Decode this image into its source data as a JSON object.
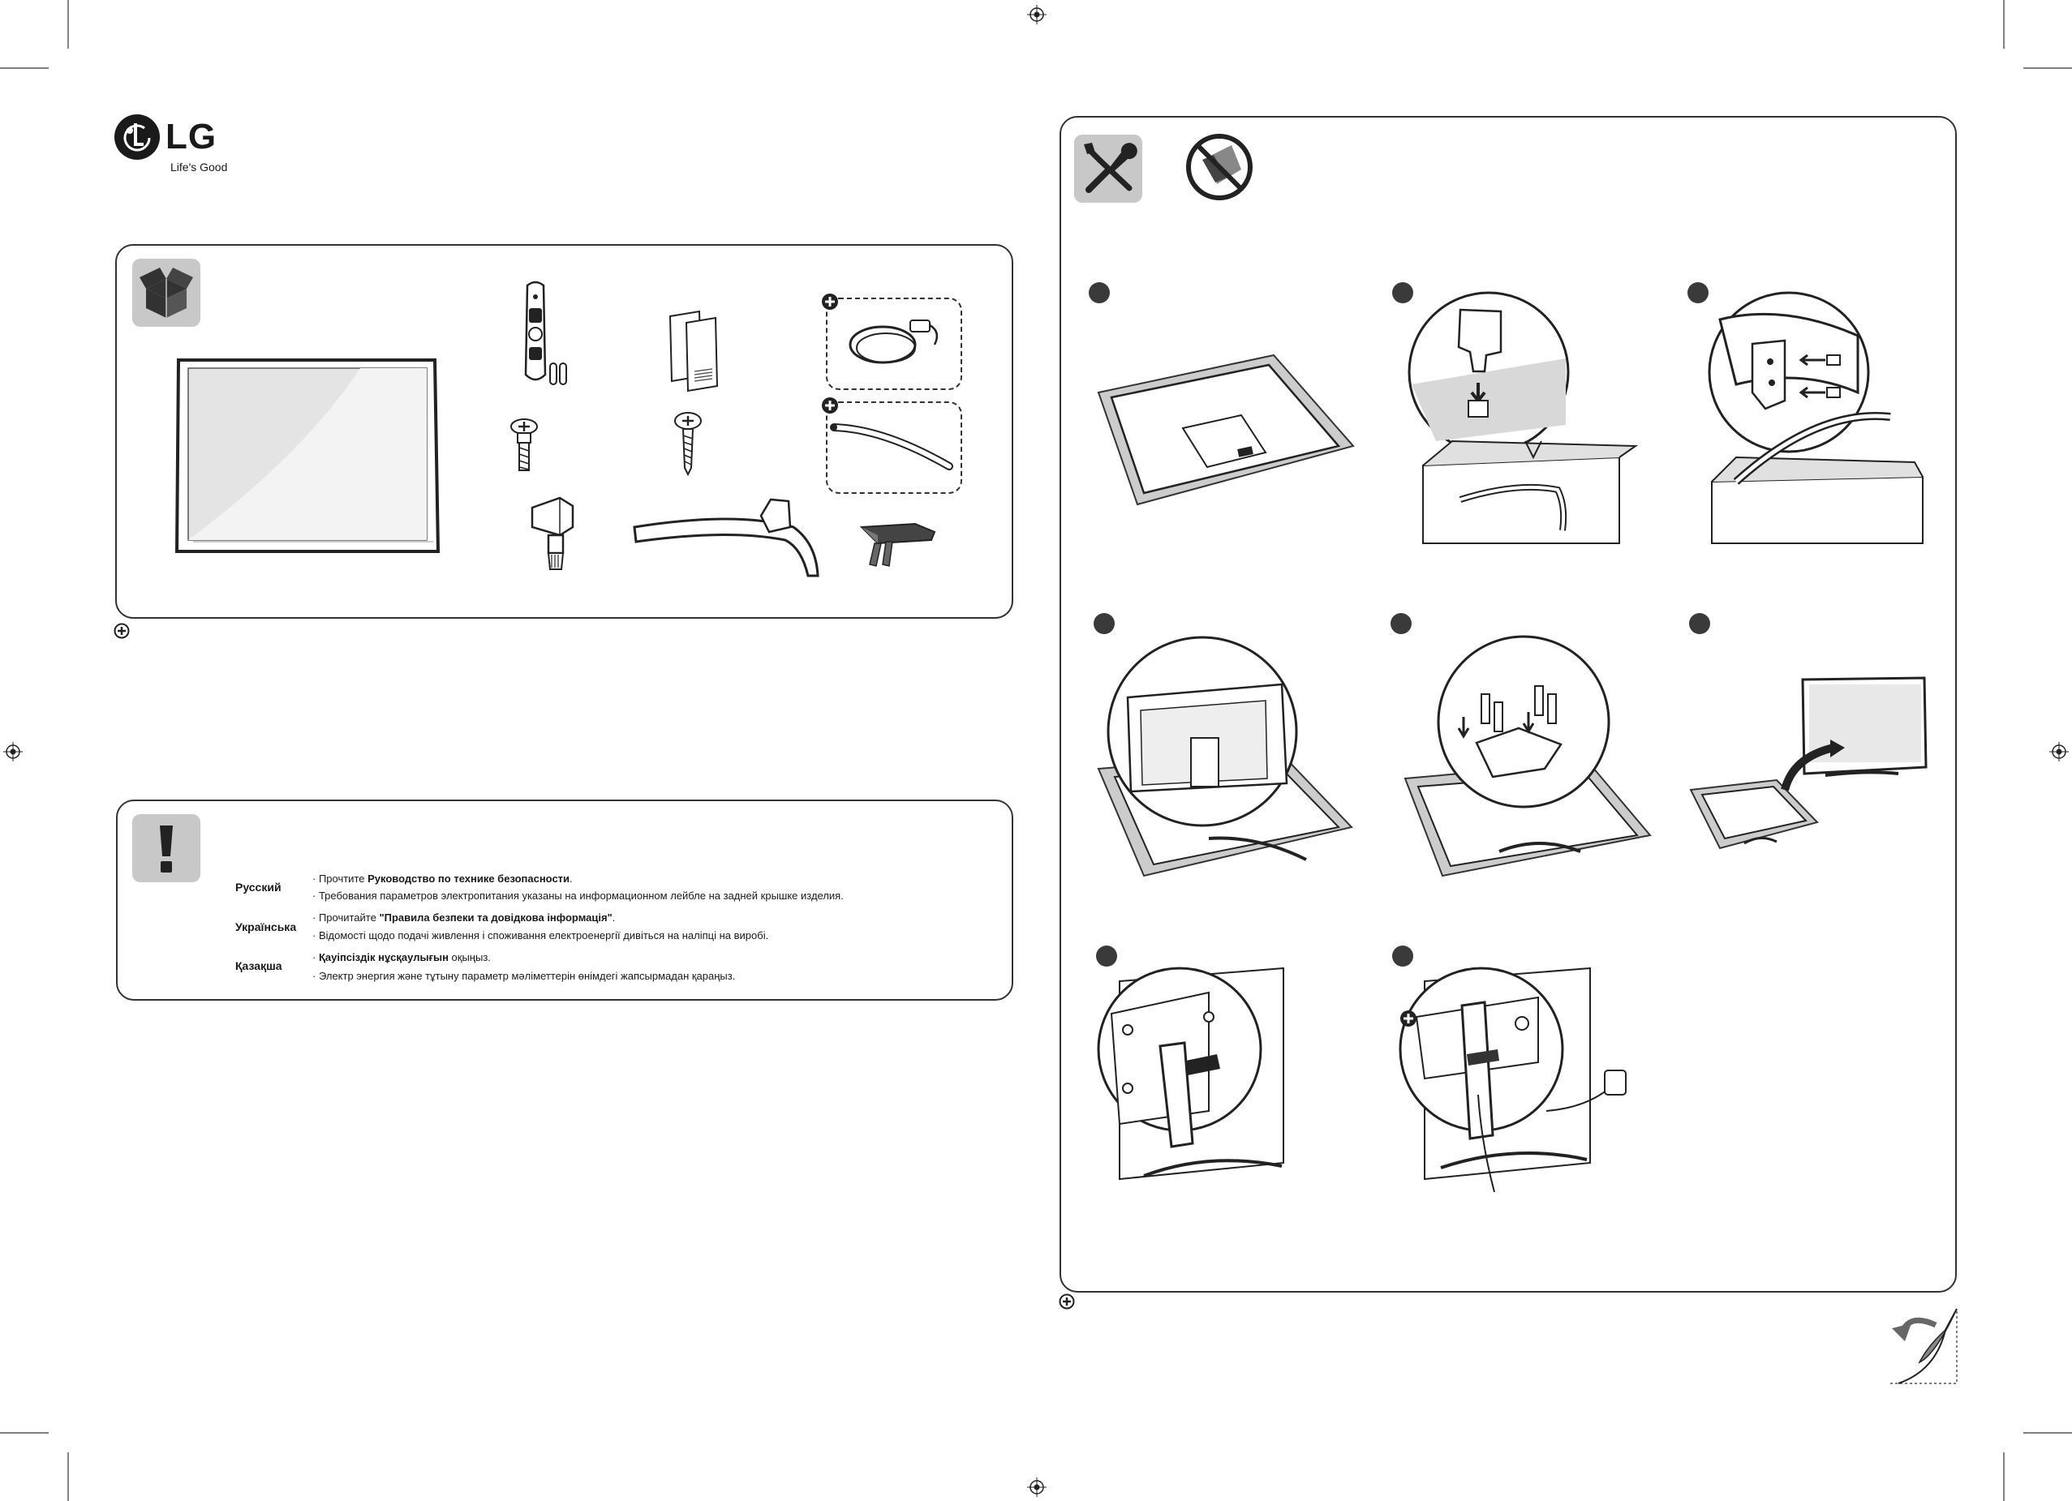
{
  "brand": {
    "logo_text": "LG",
    "slogan": "Life's Good"
  },
  "safety": [
    {
      "lang": "Русский",
      "line1_pre": "· Прочтите ",
      "line1_bold": "Руководство по технике безопасности",
      "line1_post": ".",
      "line2": "· Требования параметров электропитания указаны на информационном лейбле на задней крышке изделия."
    },
    {
      "lang": "Українська",
      "line1_pre": "· Прочитайте ",
      "line1_bold": "\"Правила безпеки та довідкова інформація\"",
      "line1_post": ".",
      "line2": "· Відомості щодо подачі живлення і споживання електроенергії дивіться на наліпці на виробі."
    },
    {
      "lang": "Қазақша",
      "line1_pre": "· ",
      "line1_bold": "Қауіпсіздік нұсқаулығын",
      "line1_post": " оқыңыз.",
      "line2": "· Электр энергия және тұтыну параметр мәліметтерін өнімдегі жапсырмадан қараңыз."
    }
  ],
  "colors": {
    "panel_border": "#333333",
    "icon_bg": "#c8c8c8",
    "badge": "#3a3a3a"
  },
  "icons": [
    "box-icon",
    "tools-icon",
    "no-cutting-icon",
    "exclamation-icon",
    "plus-icon",
    "page-turn-icon",
    "registration-mark-icon"
  ]
}
